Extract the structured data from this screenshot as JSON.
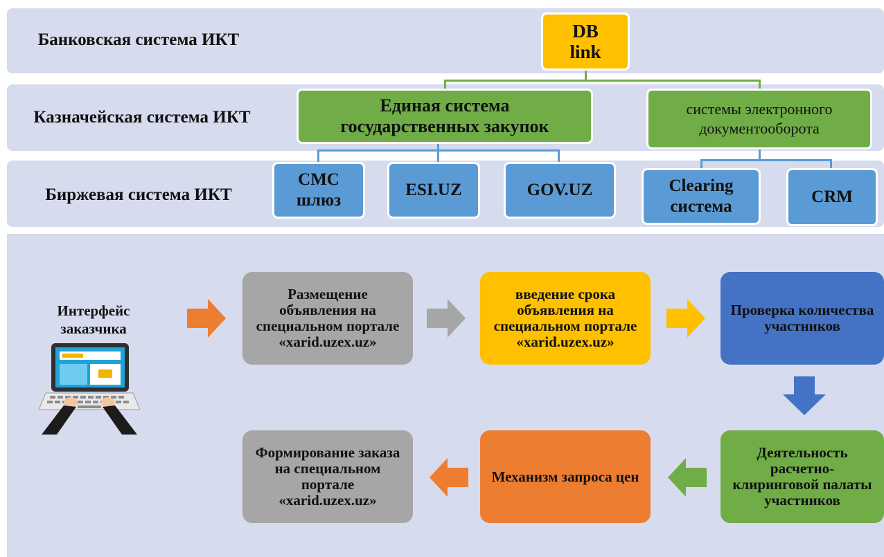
{
  "top": {
    "rows": [
      {
        "label": "Банковская система ИКТ"
      },
      {
        "label": "Казначейская система ИКТ"
      },
      {
        "label": "Биржевая система ИКТ"
      }
    ],
    "db_link": "DB link",
    "procurement": "Единая система государственных закупок",
    "edo": "системы электронного документооборота",
    "sms": "СМС шлюз",
    "esi": "ESI.UZ",
    "gov": "GOV.UZ",
    "clearing": "Clearing система",
    "crm": "CRM"
  },
  "bottom": {
    "client_label": "Интерфейс заказчика",
    "step1": "Размещение объявления на специальном портале «xarid.uzex.uz»",
    "step2": "введение срока объявления на специальном портале «xarid.uzex.uz»",
    "step3": "Проверка количества участников",
    "step4": "Деятельность расчетно-клиринговой палаты участников",
    "step5": "Механизм запроса цен",
    "step6": "Формирование заказа на специальном портале «xarid.uzex.uz»"
  },
  "colors": {
    "band": "#d7dbee",
    "yellow": "#ffc000",
    "green": "#70ad47",
    "blue_light": "#5b9bd5",
    "blue_dark": "#4472c4",
    "gray": "#a6a6a6",
    "orange": "#ed7d31"
  }
}
